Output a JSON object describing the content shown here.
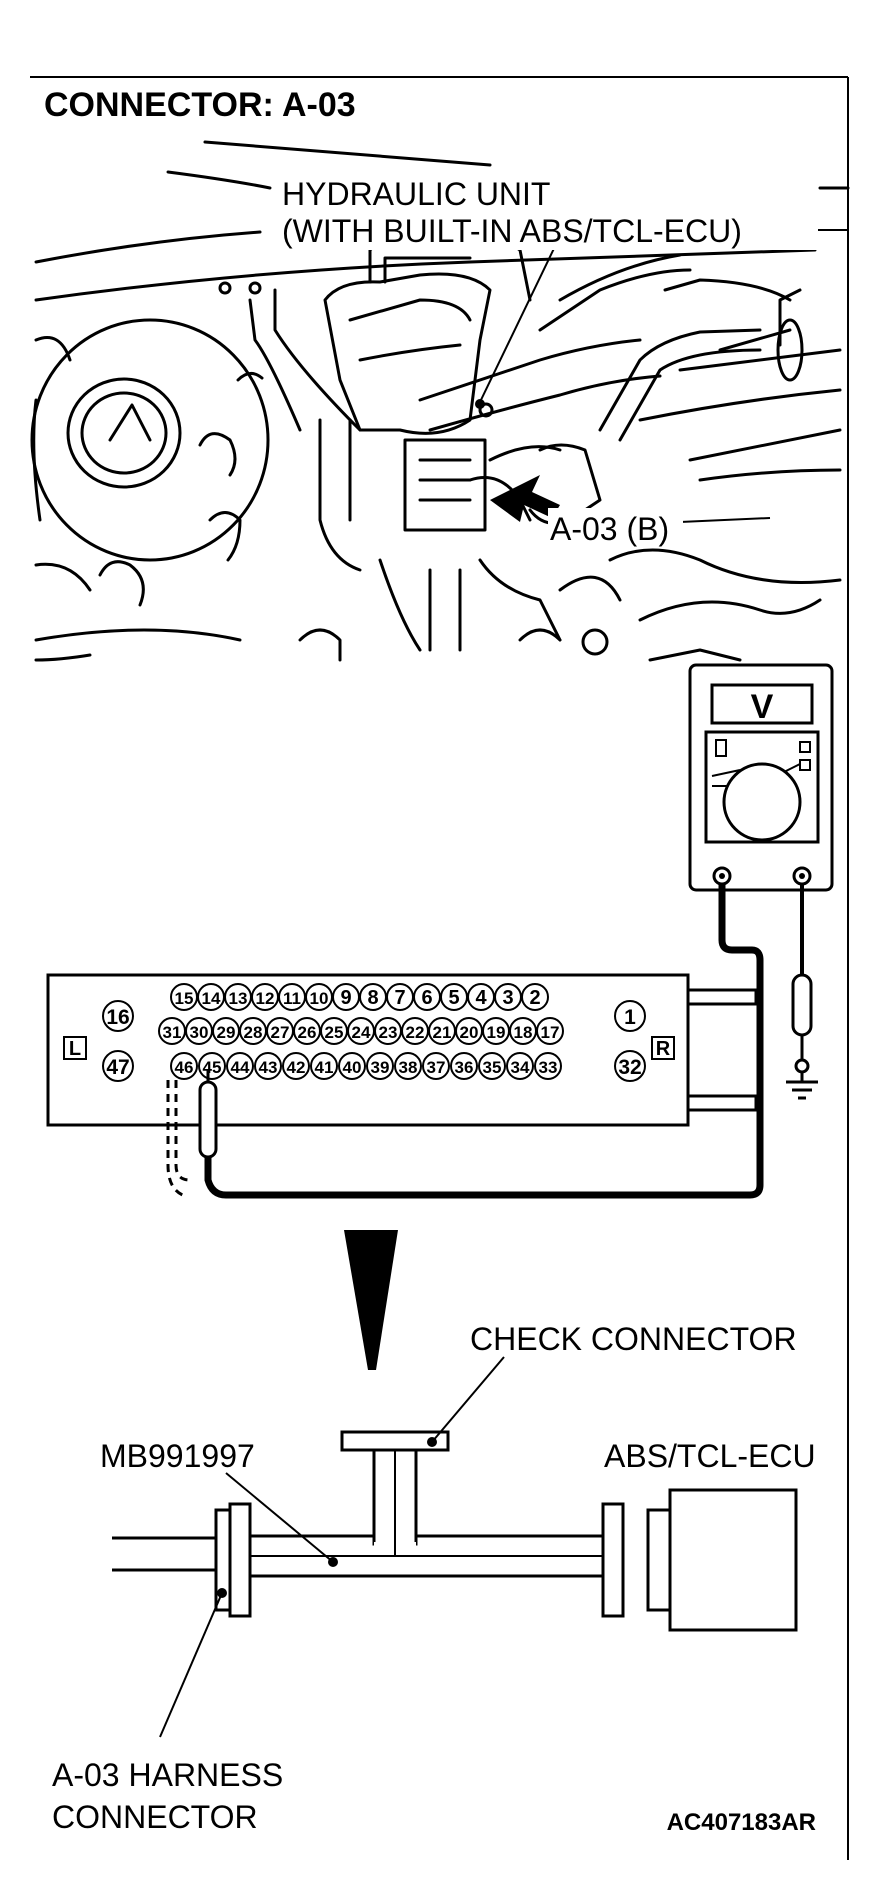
{
  "title": "CONNECTOR: A-03",
  "labels": {
    "hydraulic_unit_1": "HYDRAULIC UNIT",
    "hydraulic_unit_2": "(WITH BUILT-IN ABS/TCL-ECU)",
    "connector_callout": "A-03 (B)",
    "check_connector": "CHECK CONNECTOR",
    "tool": "MB991997",
    "ecu": "ABS/TCL-ECU",
    "harness_1": "A-03 HARNESS",
    "harness_2": "CONNECTOR",
    "figure_code": "AC407183AR"
  },
  "voltmeter": {
    "symbol": "V"
  },
  "connector_face": {
    "left_marker": "L",
    "right_marker": "R",
    "pin_16": "16",
    "pin_47": "47",
    "pin_1": "1",
    "pin_32": "32",
    "row_top": [
      "15",
      "14",
      "13",
      "12",
      "11",
      "10",
      "9",
      "8",
      "7",
      "6",
      "5",
      "4",
      "3",
      "2"
    ],
    "row_middle": [
      "31",
      "30",
      "29",
      "28",
      "27",
      "26",
      "25",
      "24",
      "23",
      "22",
      "21",
      "20",
      "19",
      "18",
      "17"
    ],
    "row_bottom": [
      "46",
      "45",
      "44",
      "43",
      "42",
      "41",
      "40",
      "39",
      "38",
      "37",
      "36",
      "35",
      "34",
      "33"
    ]
  }
}
